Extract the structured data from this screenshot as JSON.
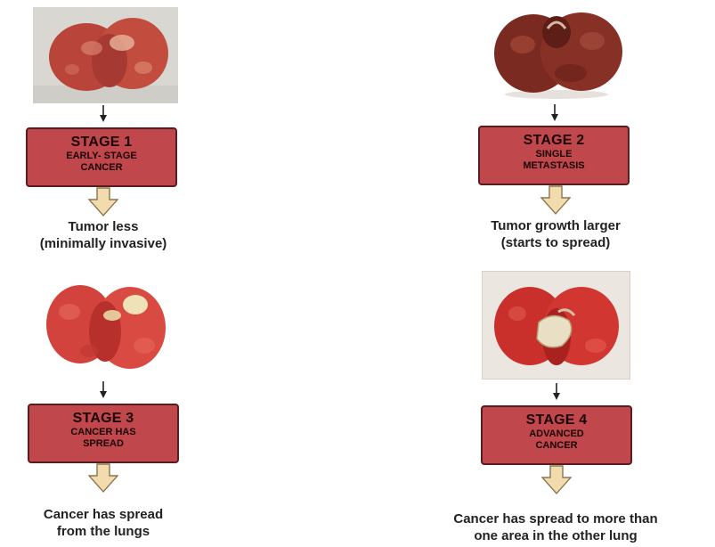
{
  "stages": [
    {
      "title": "STAGE 1",
      "subtitle_lines": [
        "EARLY- STAGE",
        "CANCER"
      ],
      "caption_lines": [
        "Tumor less",
        "(minimally invasive)"
      ],
      "image_icon": "lung-tissue-photo"
    },
    {
      "title": "STAGE 2",
      "subtitle_lines": [
        "SINGLE",
        "METASTASIS"
      ],
      "caption_lines": [
        "Tumor growth larger",
        "(starts to spread)"
      ],
      "image_icon": "lung-tissue-photo"
    },
    {
      "title": "STAGE 3",
      "subtitle_lines": [
        "CANCER HAS",
        "SPREAD"
      ],
      "caption_lines": [
        "Cancer has spread",
        "from the lungs"
      ],
      "image_icon": "lung-tissue-photo"
    },
    {
      "title": "STAGE 4",
      "subtitle_lines": [
        "ADVANCED",
        "CANCER"
      ],
      "caption_lines": [
        "Cancer has spread to more than",
        "one area in the other lung"
      ],
      "image_icon": "lung-tissue-photo"
    }
  ],
  "colors": {
    "stage_box_fill": "#c0474c",
    "stage_box_border": "#5a1c1e",
    "block_arrow_fill": "#f2dcae",
    "block_arrow_stroke": "#8a7650",
    "caption_text": "#222222"
  }
}
